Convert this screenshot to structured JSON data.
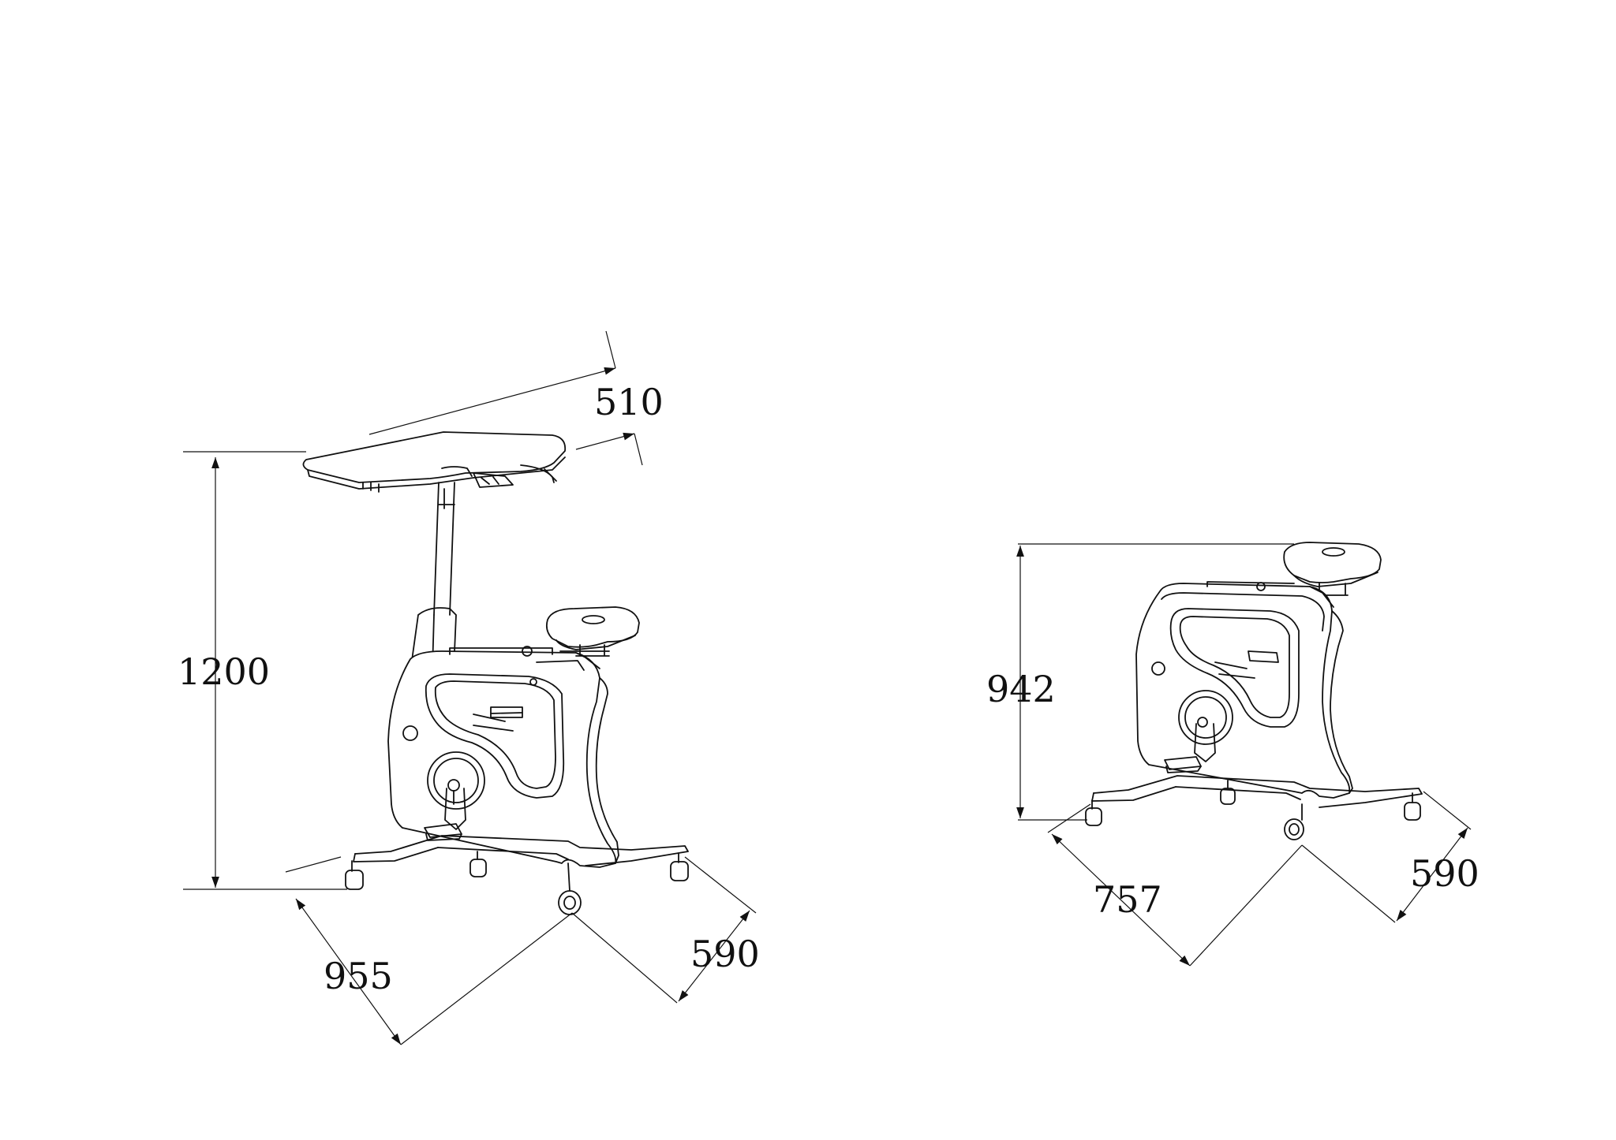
{
  "left_view": {
    "desk_depth": "510",
    "height": "1200",
    "length": "955",
    "width": "590"
  },
  "right_view": {
    "height": "942",
    "length": "757",
    "width": "590"
  }
}
